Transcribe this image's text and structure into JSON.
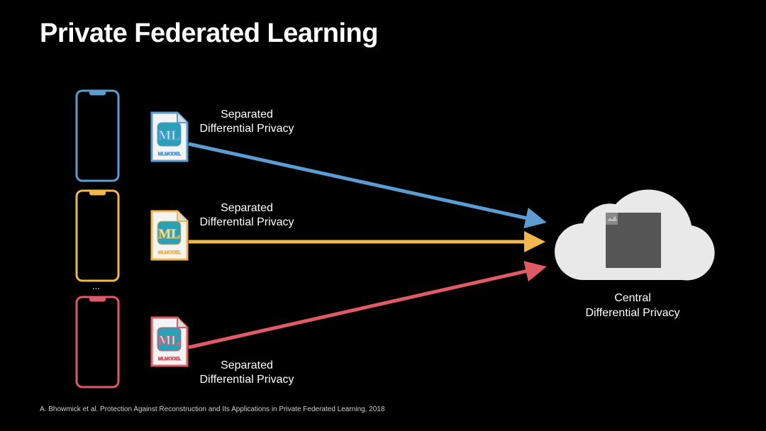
{
  "slide": {
    "title": "Private Federated Learning",
    "citation": "A. Bhowmick et al. Protection Against Reconstruction and Its Applications in Private Federated Learning, 2018"
  },
  "devices": [
    {
      "color": "#5b9dd3",
      "file_label": "MLMODEL",
      "arrow_label_line1": "Separated",
      "arrow_label_line2": "Differential Privacy"
    },
    {
      "color": "#f2b84b",
      "file_label": "MLMODEL",
      "arrow_label_line1": "Separated",
      "arrow_label_line2": "Differential Privacy"
    },
    {
      "color": "#e05a66",
      "file_label": "MLMODEL",
      "arrow_label_line1": "Separated",
      "arrow_label_line2": "Differential Privacy"
    }
  ],
  "ellipsis": "...",
  "cloud": {
    "label_line1": "Central",
    "label_line2": "Differential Privacy",
    "color": "#e9e9e9"
  },
  "icons": {
    "phone": "phone-outline-icon",
    "model_file": "ml-model-file-icon",
    "cloud": "cloud-icon"
  }
}
